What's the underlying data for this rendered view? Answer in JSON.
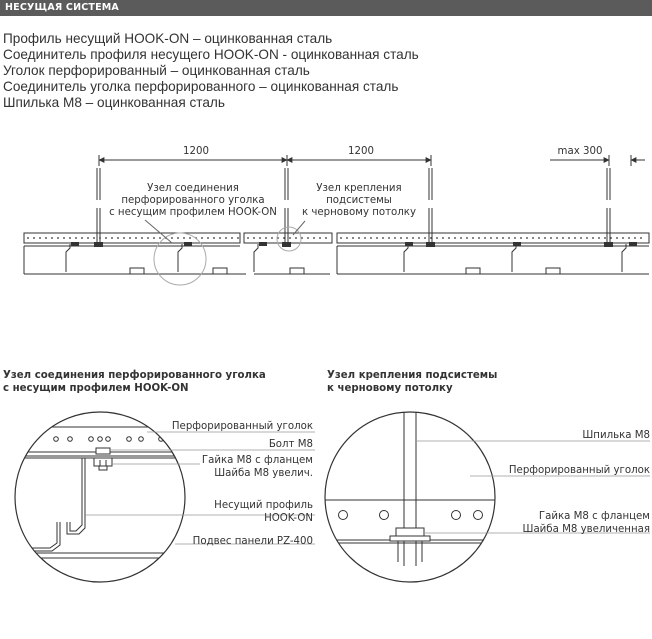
{
  "header": {
    "title": "НЕСУЩАЯ СИСТЕМА"
  },
  "components": [
    "Профиль несущий HOOK-ON – оцинкованная сталь",
    "Соединитель профиля несущего HOOK-ON - оцинкованная сталь",
    "Уголок перфорированный – оцинкованная сталь",
    "Соединитель уголка перфорированного – оцинкованная сталь",
    "Шпилька М8 – оцинкованная сталь"
  ],
  "overview": {
    "dim1": "1200",
    "dim2": "1200",
    "dim3": "max 300",
    "callout_a": [
      "Узел соединения",
      "перфорированного уголка",
      "с несущим профилем HOOK-ON"
    ],
    "callout_b": [
      "Узел крепления",
      "подсистемы",
      "к черновому потолку"
    ]
  },
  "detail_a": {
    "title": [
      "Узел соединения перфорированного уголка",
      "с несущим профилем HOOK-ON"
    ],
    "labels": {
      "angle": "Перфорированный уголок",
      "bolt": "Болт М8",
      "nut1": "Гайка М8 с фланцем",
      "nut2": "Шайба М8 увелич.",
      "profile1": "Несущий профиль",
      "profile2": "HOOK-ON",
      "hanger": "Подвес панели PZ-400"
    }
  },
  "detail_b": {
    "title": [
      "Узел крепления подсистемы",
      "к черновому потолку"
    ],
    "labels": {
      "rod": "Шпилька М8",
      "angle": "Перфорированный уголок",
      "nut1": "Гайка М8 с фланцем",
      "nut2": "Шайба М8 увеличенная"
    }
  }
}
